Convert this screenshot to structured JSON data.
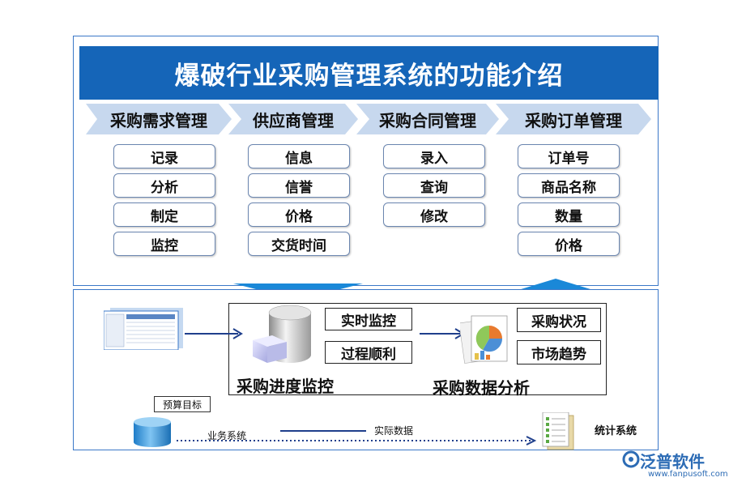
{
  "title": "爆破行业采购管理系统的功能介绍",
  "columns": [
    {
      "header": "采购需求管理",
      "items": [
        "记录",
        "分析",
        "制定",
        "监控"
      ]
    },
    {
      "header": "供应商管理",
      "items": [
        "信息",
        "信誉",
        "价格",
        "交货时间"
      ]
    },
    {
      "header": "采购合同管理",
      "items": [
        "录入",
        "查询",
        "修改"
      ]
    },
    {
      "header": "采购订单管理",
      "items": [
        "订单号",
        "商品名称",
        "数量",
        "价格"
      ]
    }
  ],
  "lower": {
    "monitor_items": [
      "实时监控",
      "过程顺利"
    ],
    "monitor_title": "采购进度监控",
    "analysis_items": [
      "采购状况",
      "市场趋势"
    ],
    "analysis_title": "采购数据分析",
    "budget_label": "预算目标",
    "business_system": "业务系统",
    "actual_data": "实际数据",
    "stats_system": "统计系统"
  },
  "brand": {
    "name": "泛普软件",
    "url": "www.fanpusoft.com"
  },
  "colors": {
    "title_bg": "#1565b8",
    "chevron": "#c7d8ee",
    "accent": "#1a88d8",
    "arrow": "#1f3f8c"
  }
}
